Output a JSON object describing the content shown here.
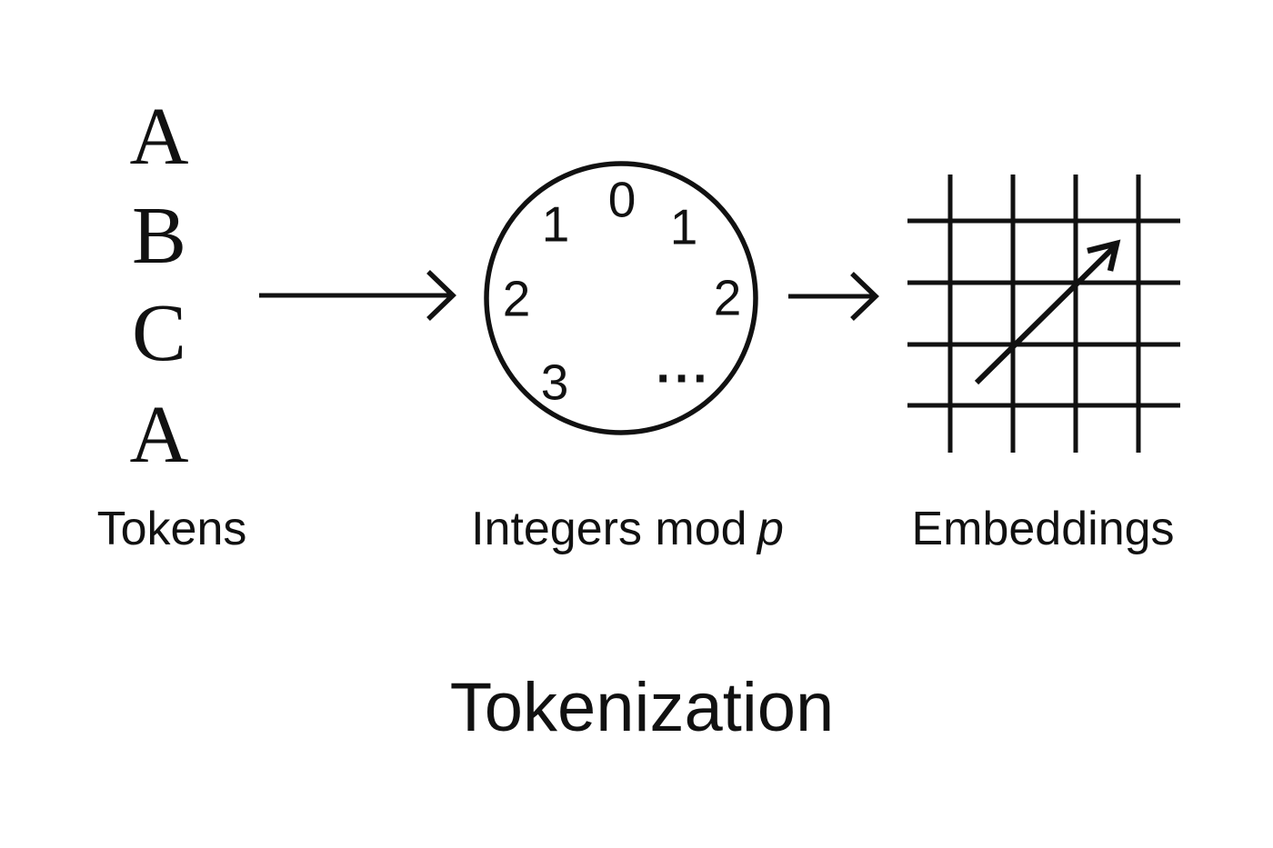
{
  "diagram": {
    "title": "Tokenization",
    "colors": {
      "ink": "#111111",
      "background": "#ffffff"
    },
    "tokens": {
      "letters": [
        "A",
        "B",
        "C",
        "A"
      ],
      "label": "Tokens"
    },
    "integers": {
      "numbers": [
        "0",
        "1",
        "1",
        "2",
        "2",
        "3",
        "···"
      ],
      "label_prefix": "Integers mod",
      "label_var": "p"
    },
    "embeddings": {
      "label": "Embeddings"
    },
    "graphics": {
      "flow_arrow_1": "right-arrow",
      "flow_arrow_2": "right-arrow",
      "mod_circle": "circle-outline",
      "embedding_grid": "4x4-grid",
      "embedding_vector": "diagonal-up-right-arrow"
    }
  }
}
